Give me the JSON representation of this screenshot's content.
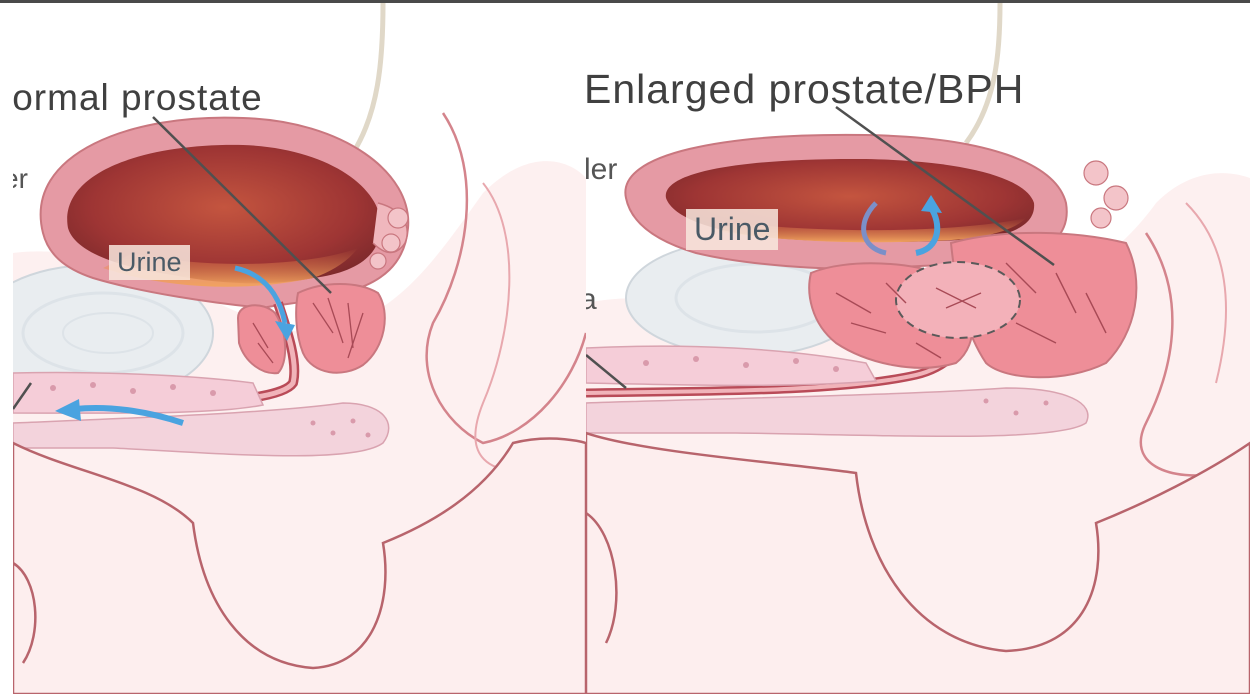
{
  "left_panel": {
    "title": "lormal prostate",
    "side_label": "er",
    "urine_label": "Urine"
  },
  "right_panel": {
    "title": "Enlarged prostate/BPH",
    "side_label_top": "ler",
    "side_label_mid": "a",
    "urine_label": "Urine"
  },
  "colors": {
    "bladder_wall": "#e59aa4",
    "bladder_lumen": "#b4453c",
    "prostate": "#ee8e98",
    "tissue": "#fbe7e8",
    "outline": "#c9777f",
    "flow_arrow": "#4aa3e0",
    "pubic_bone": "#e9edf0"
  }
}
